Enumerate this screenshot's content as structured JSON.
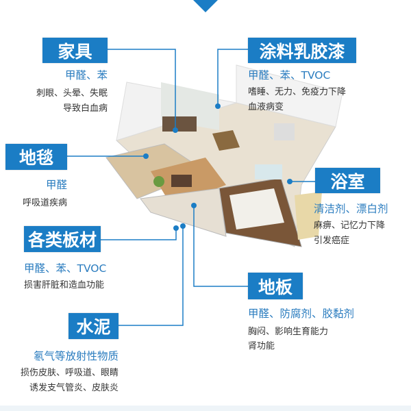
{
  "colors": {
    "accent": "#1b7dc5",
    "text_blue": "#2a7cbf",
    "text_dark": "#333333"
  },
  "labels": [
    {
      "title": "家具",
      "pollutants": "甲醛、苯",
      "effects": [
        "刺眼、头晕、失眠",
        "导致白血病"
      ]
    },
    {
      "title": "涂料乳胶漆",
      "pollutants": "甲醛、苯、TVOC",
      "effects": [
        "嗜睡、无力、免疫力下降",
        "血液病变"
      ]
    },
    {
      "title": "地毯",
      "pollutants": "甲醛",
      "effects": [
        "呼吸道疾病"
      ]
    },
    {
      "title": "浴室",
      "pollutants": "清洁剂、漂白剂",
      "effects": [
        "麻痹、记忆力下降",
        "引发癌症"
      ]
    },
    {
      "title": "各类板材",
      "pollutants": "甲醛、苯、TVOC",
      "effects": [
        "损害肝脏和造血功能"
      ]
    },
    {
      "title": "地板",
      "pollutants": "甲醛、防腐剂、胶黏剂",
      "effects": [
        "胸闷、影响生育能力",
        "肾功能"
      ]
    },
    {
      "title": "水泥",
      "pollutants": "氡气等放射性物质",
      "effects": [
        "损伤皮肤、呼吸道、眼睛",
        "诱发支气管炎、皮肤炎"
      ]
    }
  ]
}
